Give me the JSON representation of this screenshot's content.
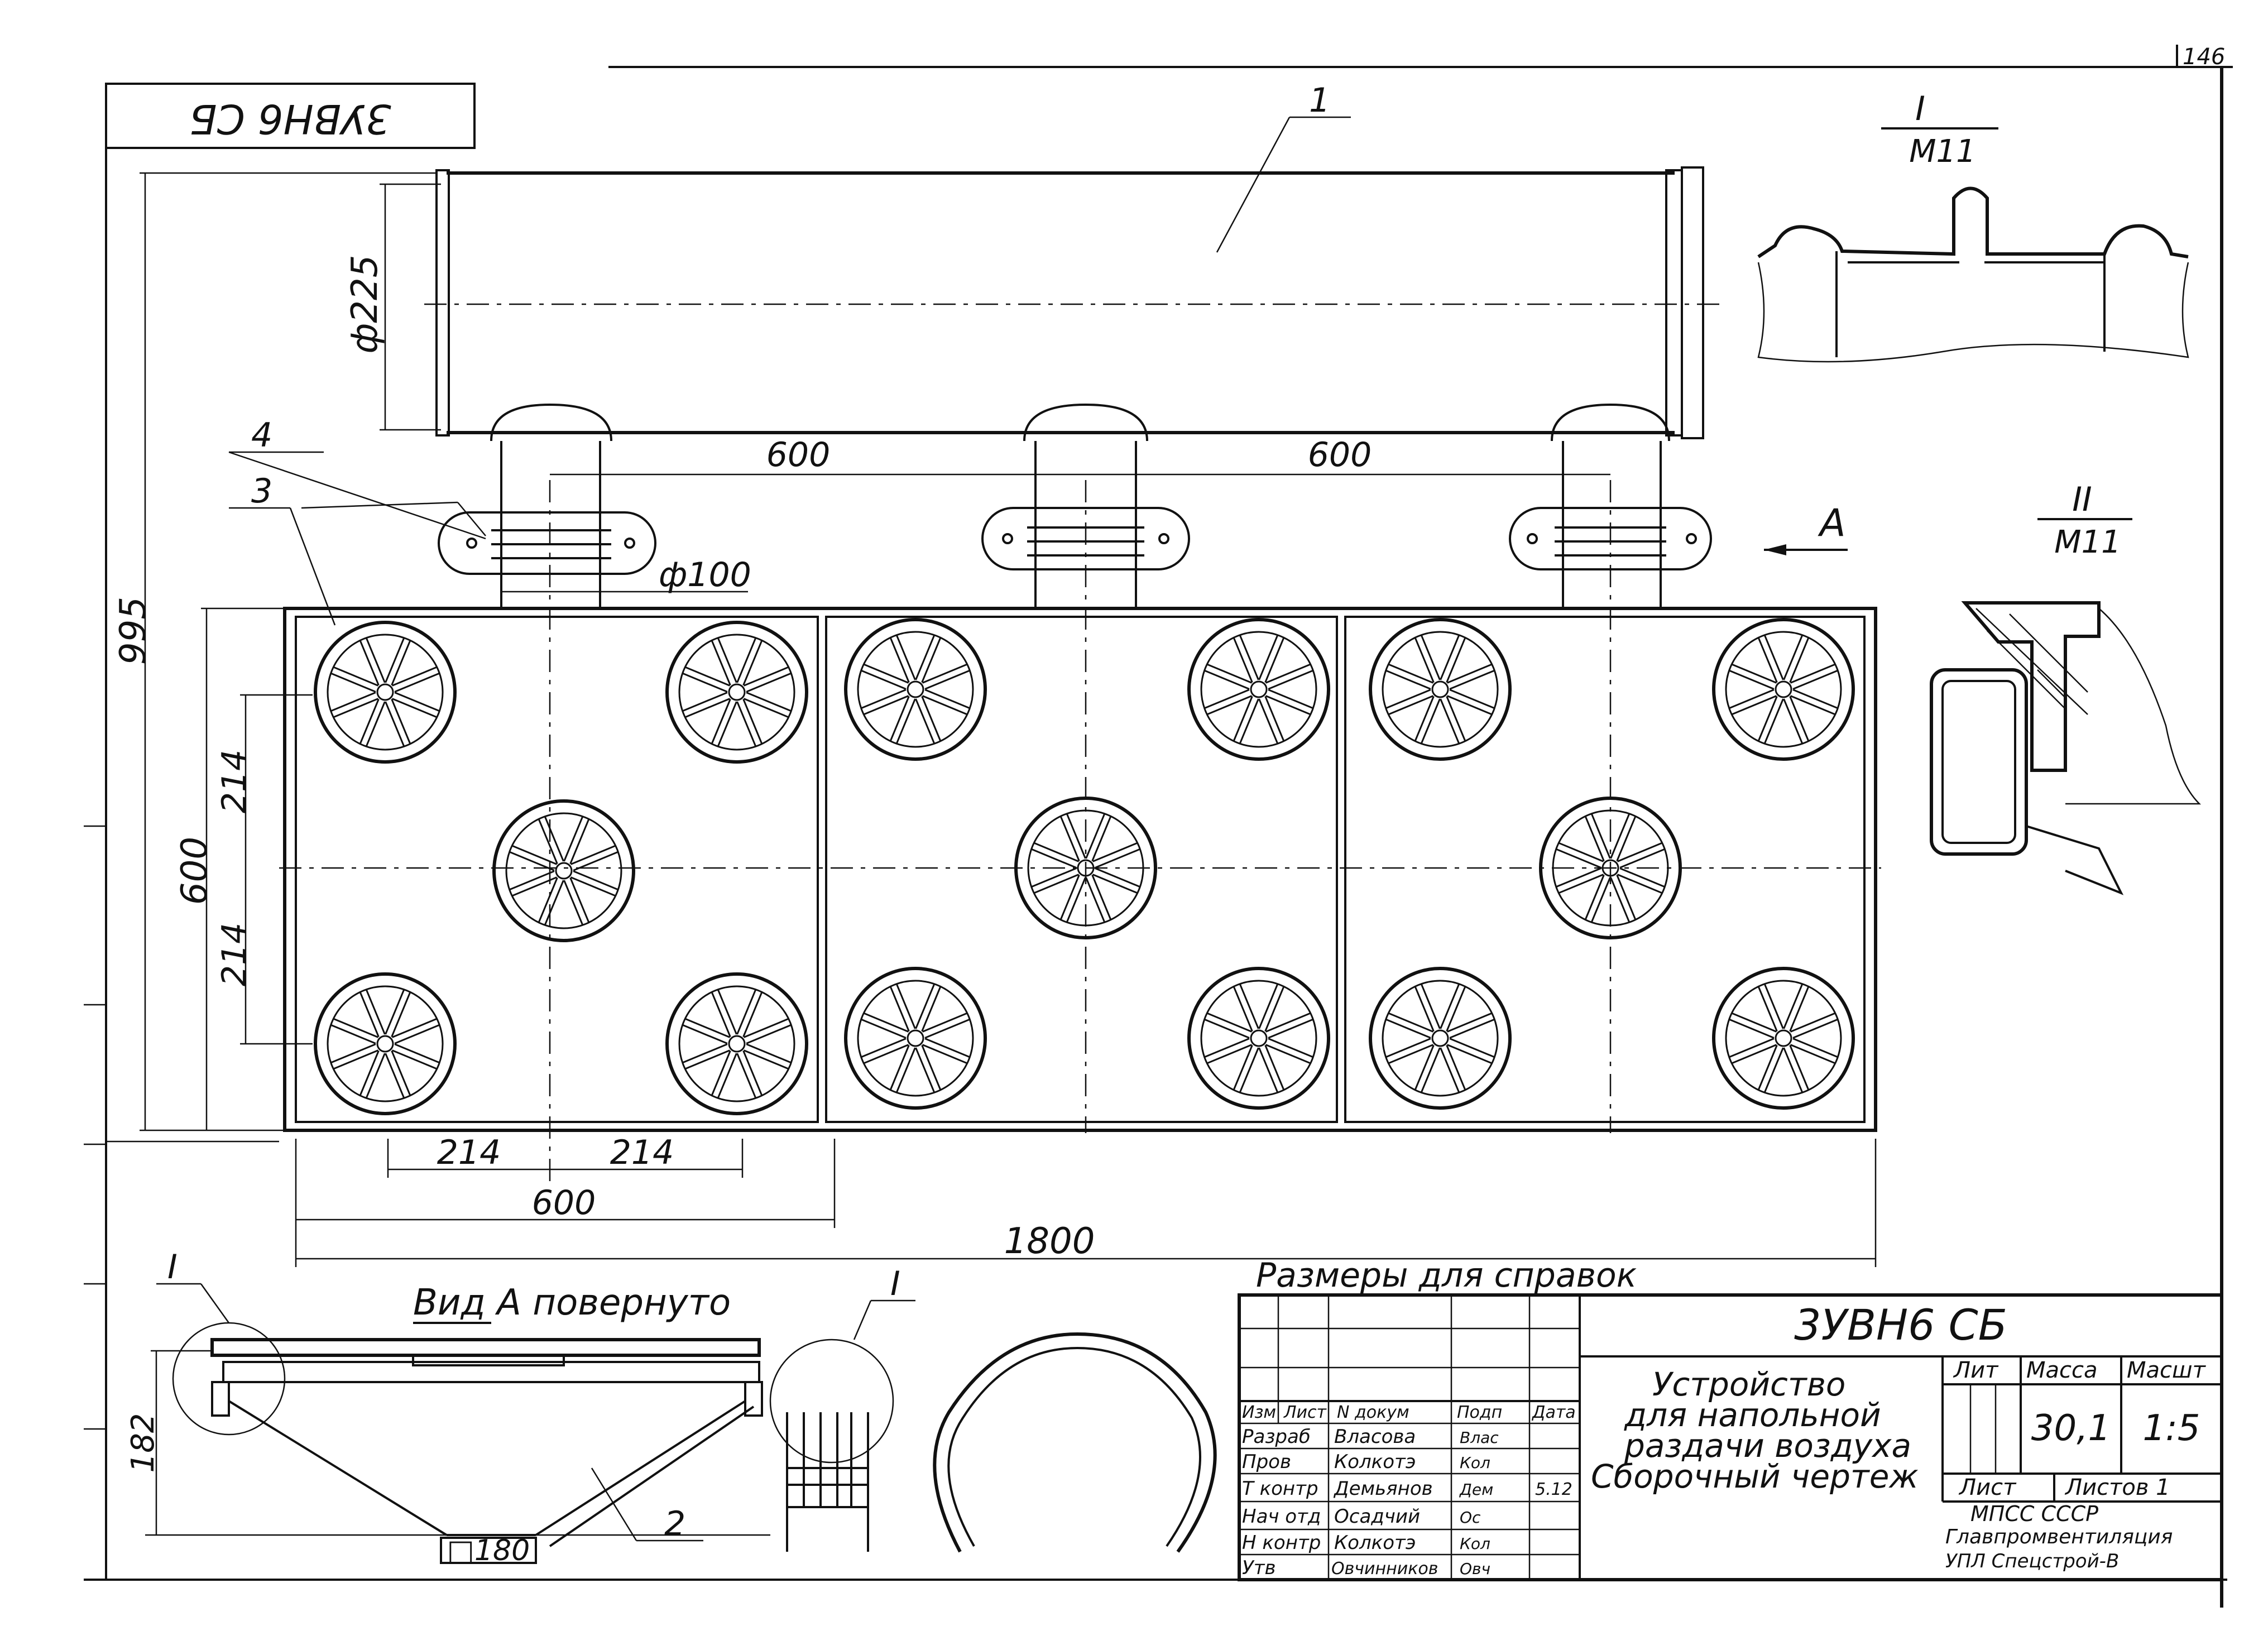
{
  "sheet_number": "146",
  "stamp_code_mirrored": "3УВН6 СБ",
  "labels": {
    "diameter_225": "ф225",
    "diameter_100": "ф100",
    "dim_600_left": "600",
    "dim_600_right": "600",
    "height_995": "995",
    "height_600": "600",
    "height_214_top": "214",
    "height_214_bottom": "214",
    "width_214_left": "214",
    "width_214_right": "214",
    "width_600": "600",
    "width_1800": "1800",
    "view_a_arrow": "А",
    "view_a_title": "Вид А повернуто",
    "height_182": "182",
    "base_180": "□180",
    "note_reference_dims": "Размеры для справок"
  },
  "callouts": {
    "p1": "1",
    "p2": "2",
    "p3": "3",
    "p4": "4"
  },
  "details": {
    "d1_num": "I",
    "d1_scale": "М11",
    "d2_num": "II",
    "d2_scale": "М11",
    "view_mark_left": "I",
    "view_mark_mid": "I"
  },
  "title_block": {
    "code": "3УВН6 СБ",
    "title_lines": [
      "Устройство",
      "для напольной",
      "раздачи воздуха",
      "Сборочный чертеж"
    ],
    "header_cols": [
      "Изм",
      "Лист",
      "N докум",
      "Подп",
      "Дата"
    ],
    "rows": [
      {
        "role": "Разраб",
        "name": "Власова",
        "sign": "Влас"
      },
      {
        "role": "Пров",
        "name": "Колкотэ",
        "sign": "Кол"
      },
      {
        "role": "Т контр",
        "name": "Демьянов",
        "sign": "Дем"
      },
      {
        "role": "Нач отд",
        "name": "Осадчий",
        "sign": "Ос"
      },
      {
        "role": "Н контр",
        "name": "Колкотэ",
        "sign": "Кол"
      },
      {
        "role": "Утв",
        "name": "Овчинников",
        "sign": "Овч"
      }
    ],
    "date_mark": "5.12",
    "lit_label": "Лит",
    "mass_label": "Масса",
    "scale_label": "Масшт",
    "mass_value": "30,1",
    "scale_value": "1:5",
    "sheet_label": "Лист",
    "sheets_label": "Листов 1",
    "org_line1": "МПСС СССР",
    "org_line2": "Главпромвентиляция",
    "org_line3": "УПЛ Спецстрой-В"
  }
}
